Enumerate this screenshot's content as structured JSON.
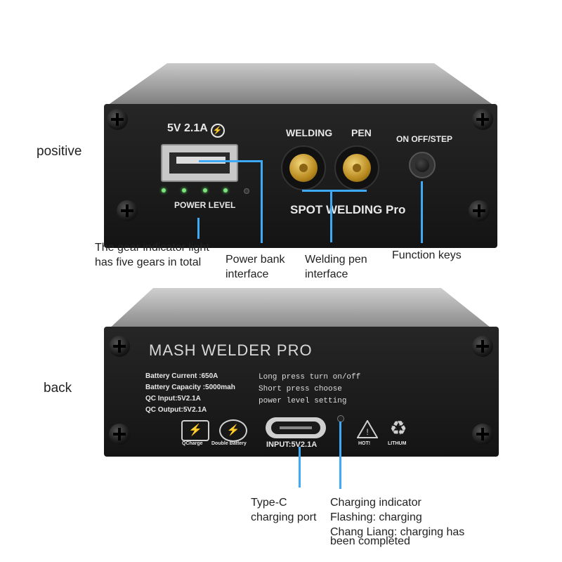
{
  "labels": {
    "front_side": "positive",
    "back_side": "back"
  },
  "front_panel": {
    "usb_rating": "5V 2.1A",
    "welding_label": "WELDING",
    "pen_label": "PEN",
    "on_off_label": "ON OFF/STEP",
    "power_level_label": "POWER LEVEL",
    "brand": "SPOT WELDING Pro",
    "led_count": 5
  },
  "back_panel": {
    "brand": "MASH WELDER PRO",
    "specs": [
      "Battery Current :650A",
      "Battery Capacity :5000mah",
      "QC Input:5V2.1A",
      "QC Output:5V2.1A"
    ],
    "instructions": [
      "Long press turn on/off",
      "Short press choose",
      "power level setting"
    ],
    "input_label": "INPUT:5V2.1A",
    "icon_labels": {
      "qcharge": "QCharge",
      "double_battery": "Double Battery",
      "hot": "HOT!",
      "lithium": "LITHUM"
    }
  },
  "callouts": {
    "gear_indicator": [
      "The gear indicator light",
      "has five gears in total"
    ],
    "power_bank": [
      "Power bank",
      "interface"
    ],
    "welding_pen": [
      "Welding pen",
      "interface"
    ],
    "function_keys": [
      "Function keys"
    ],
    "type_c": [
      "Type-C",
      "charging port"
    ],
    "charging_indicator": [
      "Charging indicator",
      "Flashing: charging",
      "Chang Liang: charging has",
      "been completed"
    ]
  },
  "colors": {
    "callout_line": "#3fa9f5",
    "panel": "#1c1c1c",
    "case_top": "#9a9a9a"
  }
}
